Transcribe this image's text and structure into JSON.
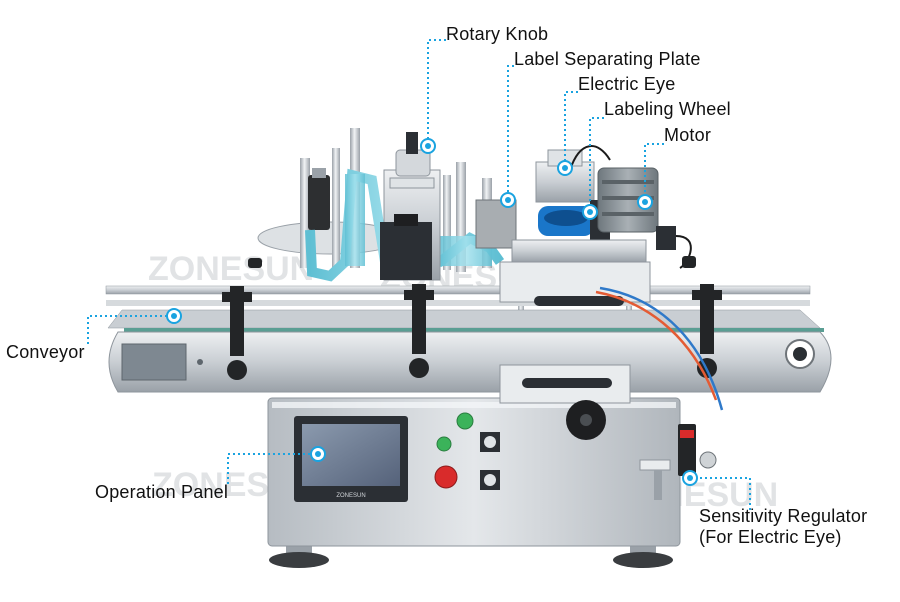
{
  "callouts": {
    "rotary_knob": "Rotary Knob",
    "label_separating_plate": "Label Separating Plate",
    "electric_eye": "Electric Eye",
    "labeling_wheel": "Labeling Wheel",
    "motor": "Motor",
    "conveyor": "Conveyor",
    "operation_panel": "Operation Panel",
    "sensitivity_regulator_line1": "Sensitivity Regulator",
    "sensitivity_regulator_line2": "(For Electric Eye)"
  },
  "watermark": {
    "text": "ZONESUN"
  },
  "screen_brand": "ZONESUN",
  "colors": {
    "leader": "#1aa3e0",
    "steel": "#c8cdd2",
    "belt": "#5a9e93",
    "label_roll": "#7fd0df",
    "stop_button": "#d92b2b",
    "start_button": "#3bb35a",
    "screen": "#6f7f93",
    "motor": "#8c9499"
  }
}
